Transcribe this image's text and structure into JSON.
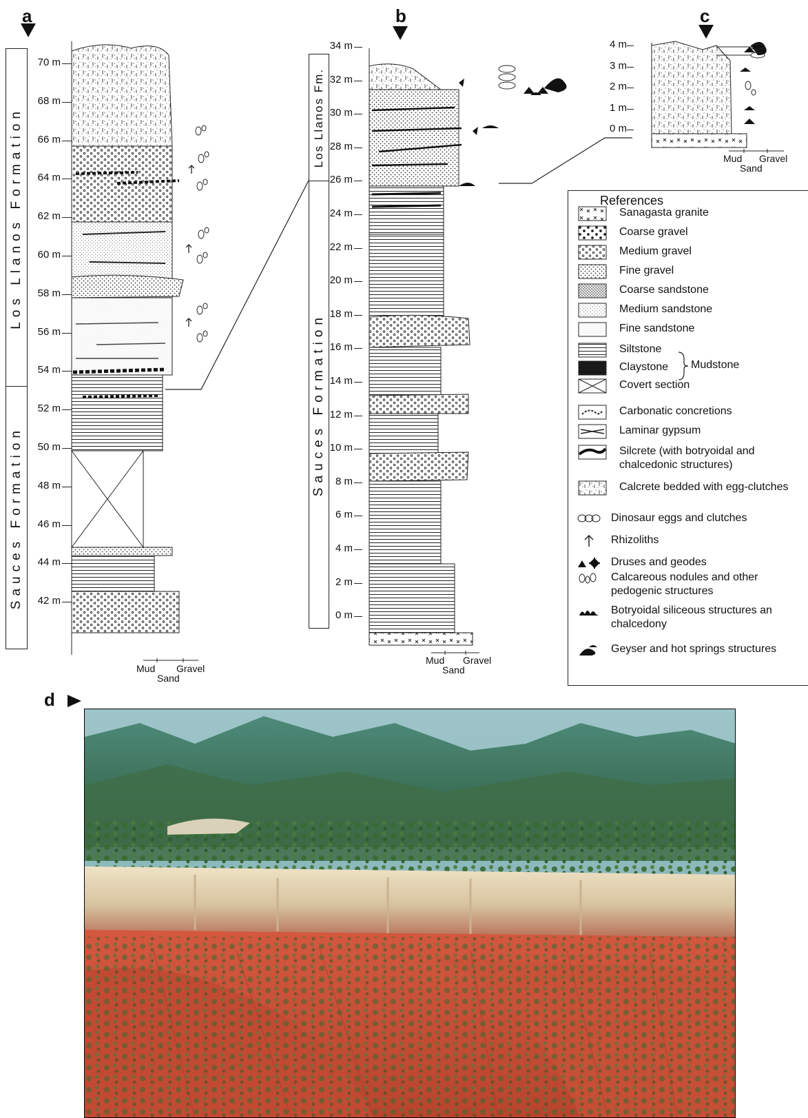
{
  "panels": {
    "a": {
      "label": "a",
      "ticks": [
        "70 m",
        "68 m",
        "66 m",
        "64 m",
        "62 m",
        "60 m",
        "58 m",
        "56 m",
        "54 m",
        "52 m",
        "50 m",
        "48 m",
        "46 m",
        "44 m",
        "42 m"
      ],
      "formations": [
        "Los Llanos Formation",
        "Sauces Formation"
      ],
      "grain": {
        "mud": "Mud",
        "sand": "Sand",
        "gravel": "Gravel"
      }
    },
    "b": {
      "label": "b",
      "ticks": [
        "34 m",
        "32 m",
        "30 m",
        "28 m",
        "26 m",
        "24 m",
        "22 m",
        "20 m",
        "18 m",
        "16 m",
        "14 m",
        "12 m",
        "10 m",
        "8 m",
        "6 m",
        "4 m",
        "2 m",
        "0 m"
      ],
      "formations": [
        "Los Llanos Fm.",
        "Sauces Formation"
      ],
      "grain": {
        "mud": "Mud",
        "sand": "Sand",
        "gravel": "Gravel"
      }
    },
    "c": {
      "label": "c",
      "ticks": [
        "4 m",
        "3 m",
        "2 m",
        "1 m",
        "0 m"
      ],
      "grain": {
        "mud": "Mud",
        "sand": "Sand",
        "gravel": "Gravel"
      }
    },
    "d": {
      "label": "d"
    }
  },
  "references": {
    "title": "References",
    "items": [
      {
        "label": "Sanagasta granite",
        "pattern": "granite"
      },
      {
        "label": "Coarse gravel",
        "pattern": "coarse-gravel"
      },
      {
        "label": "Medium gravel",
        "pattern": "medium-gravel"
      },
      {
        "label": "Fine gravel",
        "pattern": "fine-gravel"
      },
      {
        "label": "Coarse sandstone",
        "pattern": "coarse-sand"
      },
      {
        "label": "Medium sandstone",
        "pattern": "medium-sand"
      },
      {
        "label": "Fine sandstone",
        "pattern": "fine-sand"
      },
      {
        "label": "Siltstone",
        "pattern": "silt"
      },
      {
        "label": "Claystone",
        "pattern": "clay"
      },
      {
        "label": "Covert section",
        "pattern": "covert"
      },
      {
        "label": "Carbonatic concretions",
        "pattern": "concretions"
      },
      {
        "label": "Laminar gypsum",
        "pattern": "gypsum"
      },
      {
        "label": "Silcrete (with botryoidal and",
        "pattern": "silcrete"
      },
      {
        "label": "chalcedonic structures)",
        "pattern": ""
      },
      {
        "label": "Calcrete bedded with egg-clutches",
        "pattern": "calcrete"
      }
    ],
    "mudstone": "Mudstone",
    "symbols": [
      {
        "label": "Dinosaur eggs and clutches",
        "icon": "eggs-icon"
      },
      {
        "label": "Rhizoliths",
        "icon": "rhizolith-icon"
      },
      {
        "label": "Druses and geodes",
        "icon": "druse-icon"
      },
      {
        "label": "Calcareous nodules and other",
        "icon": "nodules-icon"
      },
      {
        "label": "pedogenic structures",
        "icon": ""
      },
      {
        "label": "Botryoidal siliceous structures an",
        "icon": "botryoidal-icon"
      },
      {
        "label": "chalcedony",
        "icon": ""
      },
      {
        "label": "Geyser and hot springs structures",
        "icon": "geyser-icon"
      }
    ]
  }
}
